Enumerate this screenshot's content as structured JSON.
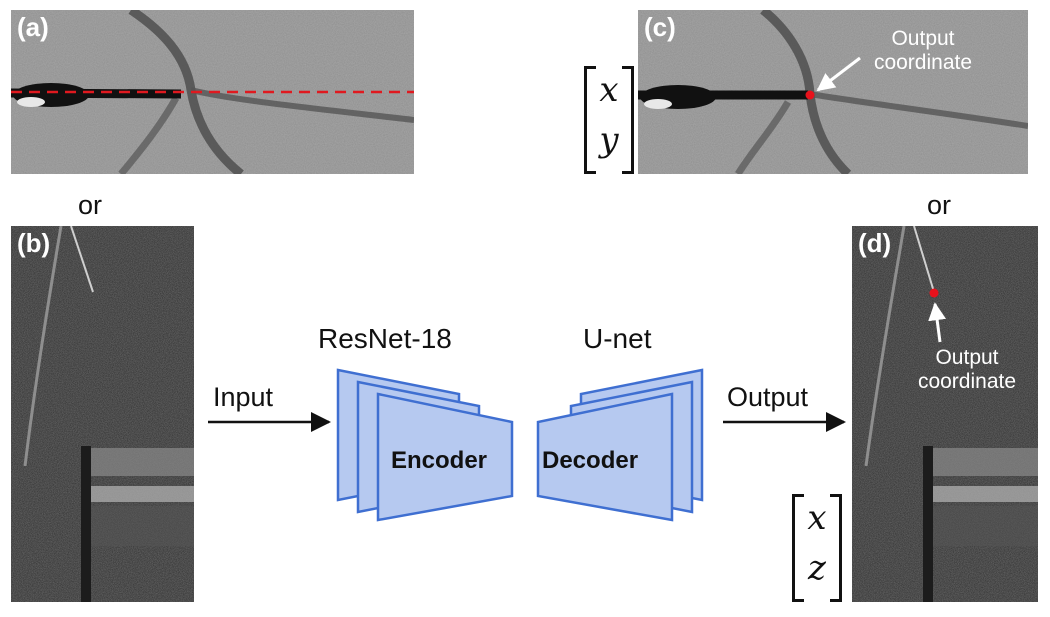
{
  "panels": {
    "a": {
      "label": "(a)"
    },
    "b": {
      "label": "(b)"
    },
    "c": {
      "label": "(c)",
      "annotation": [
        "Output",
        "coordinate"
      ]
    },
    "d": {
      "label": "(d)",
      "annotation": [
        "Output",
        "coordinate"
      ]
    }
  },
  "connectors": {
    "or_left": "or",
    "or_right": "or"
  },
  "vectors": {
    "xy": {
      "top": "x",
      "bottom": "y"
    },
    "xz": {
      "top": "x",
      "bottom": "z"
    }
  },
  "flow": {
    "input": "Input",
    "output": "Output",
    "encoder_title": "ResNet-18",
    "encoder_label": "Encoder",
    "decoder_title": "U-net",
    "decoder_label": "Decoder"
  },
  "colors": {
    "block_fill": "#b6c9f0",
    "block_stroke": "#3f6fd1",
    "marker": "#e8121c",
    "dashed_line": "#e0191f"
  }
}
